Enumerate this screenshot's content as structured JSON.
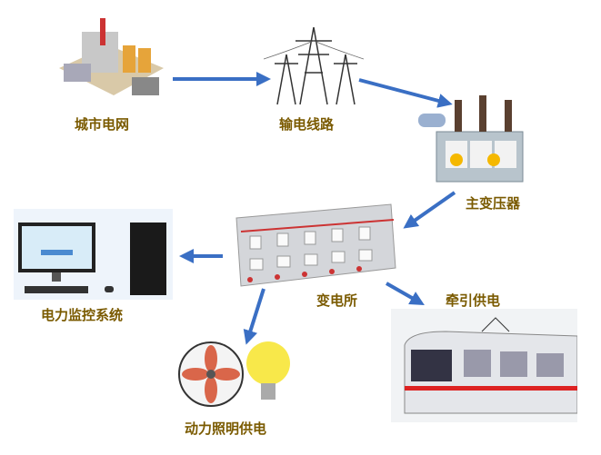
{
  "title": "Power supply system diagram",
  "nodes": {
    "city_grid": "城市电网",
    "transmission": "输电线路",
    "transformer": "主变压器",
    "substation": "变电所",
    "traction": "牵引供电",
    "scada": "电力监控系统",
    "lighting": "动力照明供电"
  },
  "colors": {
    "label": "#7a5a00",
    "arrow": "#3a6fc4"
  }
}
